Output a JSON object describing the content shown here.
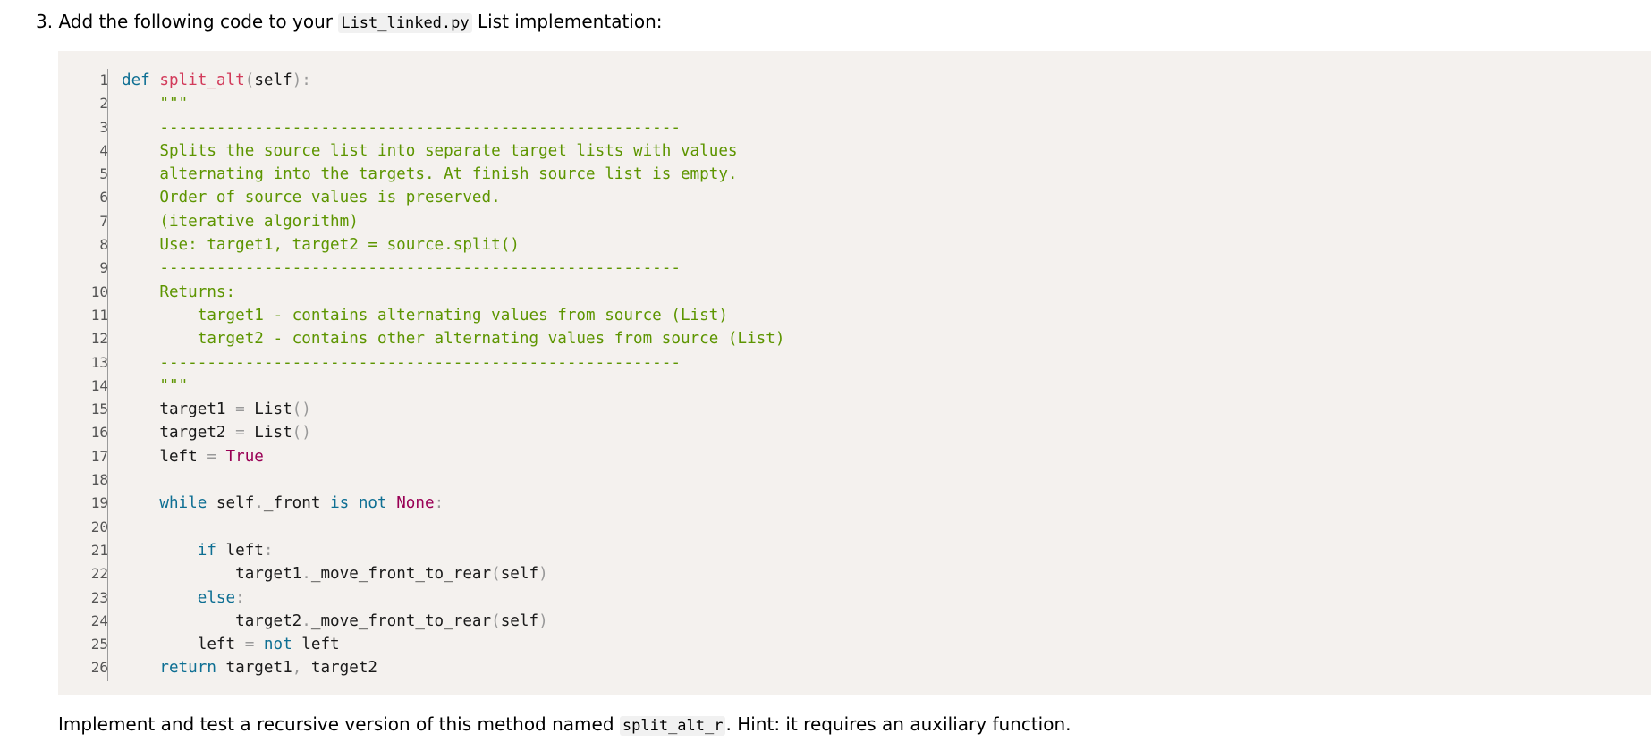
{
  "step": {
    "prefix": "3. Add the following code to your ",
    "filename": "List_linked.py",
    "suffix": " List implementation:"
  },
  "code": {
    "line_numbers": [
      "1",
      "2",
      "3",
      "4",
      "5",
      "6",
      "7",
      "8",
      "9",
      "10",
      "11",
      "12",
      "13",
      "14",
      "15",
      "16",
      "17",
      "18",
      "19",
      "20",
      "21",
      "22",
      "23",
      "24",
      "25",
      "26"
    ],
    "lines": [
      [
        {
          "t": "def",
          "c": "kw"
        },
        {
          "t": " ",
          "c": "tx"
        },
        {
          "t": "split_alt",
          "c": "fn"
        },
        {
          "t": "(",
          "c": "pn"
        },
        {
          "t": "self",
          "c": "tx"
        },
        {
          "t": "):",
          "c": "pn"
        }
      ],
      [
        {
          "t": "    \"\"\"",
          "c": "cm"
        }
      ],
      [
        {
          "t": "    -------------------------------------------------------",
          "c": "cm"
        }
      ],
      [
        {
          "t": "    Splits the source list into separate target lists with values",
          "c": "cm"
        }
      ],
      [
        {
          "t": "    alternating into the targets. At finish source list is empty.",
          "c": "cm"
        }
      ],
      [
        {
          "t": "    Order of source values is preserved.",
          "c": "cm"
        }
      ],
      [
        {
          "t": "    (iterative algorithm)",
          "c": "cm"
        }
      ],
      [
        {
          "t": "    Use: target1, target2 = source.split()",
          "c": "cm"
        }
      ],
      [
        {
          "t": "    -------------------------------------------------------",
          "c": "cm"
        }
      ],
      [
        {
          "t": "    Returns:",
          "c": "cm"
        }
      ],
      [
        {
          "t": "        target1 - contains alternating values from source (List)",
          "c": "cm"
        }
      ],
      [
        {
          "t": "        target2 - contains other alternating values from source (List)",
          "c": "cm"
        }
      ],
      [
        {
          "t": "    -------------------------------------------------------",
          "c": "cm"
        }
      ],
      [
        {
          "t": "    \"\"\"",
          "c": "cm"
        }
      ],
      [
        {
          "t": "    target1 ",
          "c": "tx"
        },
        {
          "t": "=",
          "c": "pn"
        },
        {
          "t": " List",
          "c": "tx"
        },
        {
          "t": "()",
          "c": "pn"
        }
      ],
      [
        {
          "t": "    target2 ",
          "c": "tx"
        },
        {
          "t": "=",
          "c": "pn"
        },
        {
          "t": " List",
          "c": "tx"
        },
        {
          "t": "()",
          "c": "pn"
        }
      ],
      [
        {
          "t": "    left ",
          "c": "tx"
        },
        {
          "t": "=",
          "c": "pn"
        },
        {
          "t": " ",
          "c": "tx"
        },
        {
          "t": "True",
          "c": "bi"
        }
      ],
      [
        {
          "t": "",
          "c": "tx"
        }
      ],
      [
        {
          "t": "    ",
          "c": "tx"
        },
        {
          "t": "while",
          "c": "kw"
        },
        {
          "t": " self",
          "c": "tx"
        },
        {
          "t": ".",
          "c": "pn"
        },
        {
          "t": "_front ",
          "c": "tx"
        },
        {
          "t": "is not",
          "c": "kw"
        },
        {
          "t": " ",
          "c": "tx"
        },
        {
          "t": "None",
          "c": "bi"
        },
        {
          "t": ":",
          "c": "pn"
        }
      ],
      [
        {
          "t": "",
          "c": "tx"
        }
      ],
      [
        {
          "t": "        ",
          "c": "tx"
        },
        {
          "t": "if",
          "c": "kw"
        },
        {
          "t": " left",
          "c": "tx"
        },
        {
          "t": ":",
          "c": "pn"
        }
      ],
      [
        {
          "t": "            target1",
          "c": "tx"
        },
        {
          "t": ".",
          "c": "pn"
        },
        {
          "t": "_move_front_to_rear",
          "c": "tx"
        },
        {
          "t": "(",
          "c": "pn"
        },
        {
          "t": "self",
          "c": "tx"
        },
        {
          "t": ")",
          "c": "pn"
        }
      ],
      [
        {
          "t": "        ",
          "c": "tx"
        },
        {
          "t": "else",
          "c": "kw"
        },
        {
          "t": ":",
          "c": "pn"
        }
      ],
      [
        {
          "t": "            target2",
          "c": "tx"
        },
        {
          "t": ".",
          "c": "pn"
        },
        {
          "t": "_move_front_to_rear",
          "c": "tx"
        },
        {
          "t": "(",
          "c": "pn"
        },
        {
          "t": "self",
          "c": "tx"
        },
        {
          "t": ")",
          "c": "pn"
        }
      ],
      [
        {
          "t": "        left ",
          "c": "tx"
        },
        {
          "t": "=",
          "c": "pn"
        },
        {
          "t": " ",
          "c": "tx"
        },
        {
          "t": "not",
          "c": "kw"
        },
        {
          "t": " left",
          "c": "tx"
        }
      ],
      [
        {
          "t": "    ",
          "c": "tx"
        },
        {
          "t": "return",
          "c": "kw"
        },
        {
          "t": " target1",
          "c": "tx"
        },
        {
          "t": ",",
          "c": "pn"
        },
        {
          "t": " target2",
          "c": "tx"
        }
      ]
    ]
  },
  "footer": {
    "prefix": "Implement and test a recursive version of this method named ",
    "method_name": "split_alt_r",
    "suffix": ". Hint: it requires an auxiliary function."
  },
  "colors": {
    "keyword": "#0e6f93",
    "function": "#d23a5a",
    "comment": "#5d9500",
    "builtin": "#990055",
    "punctuation": "#999999",
    "code_background": "#f4f1ee"
  }
}
